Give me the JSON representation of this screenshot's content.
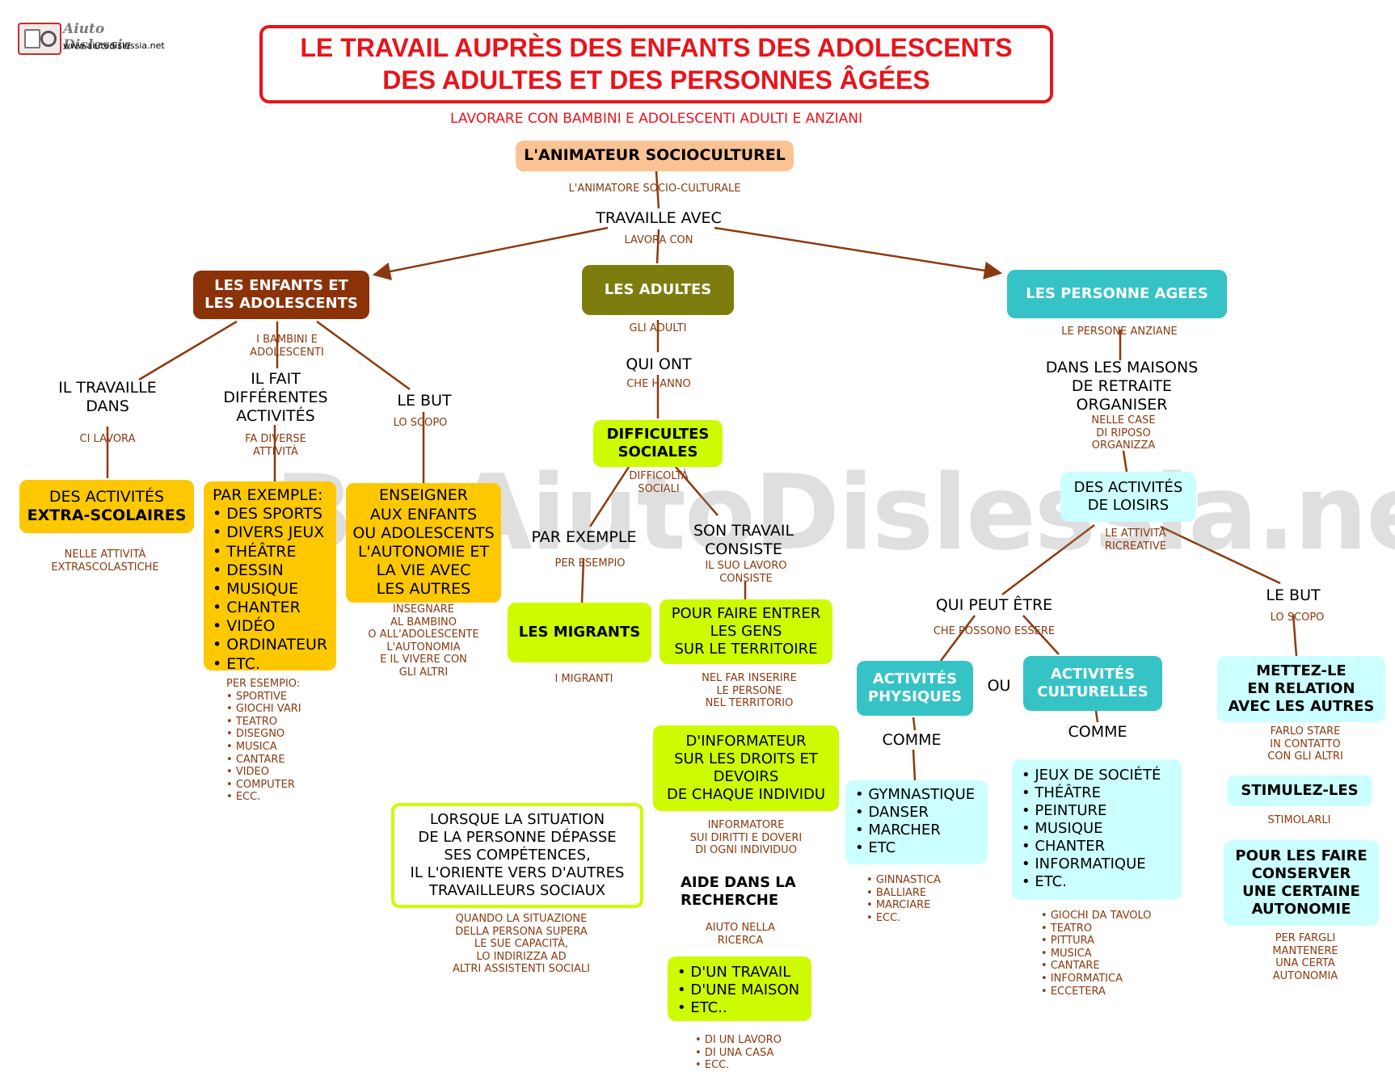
{
  "colors": {
    "title_red": "#E8141B",
    "connector": "#8B3A0F",
    "translation": "#8B3A0F",
    "peach": "#FBC393",
    "brown": "#8B3209",
    "olive": "#7D7D0F",
    "teal": "#35C3C6",
    "lime": "#CDFB00",
    "gold": "#FDC800",
    "light_cyan": "#CCFFFF"
  },
  "logo": {
    "name": "Aiuto Dislessia",
    "url": "www.aiutodislessia.net"
  },
  "watermark": "By AiutoDislessia.net",
  "title": {
    "line1": "LE TRAVAIL AUPRÈS DES ENFANTS DES ADOLESCENTS",
    "line2": "DES ADULTES ET DES PERSONNES ÂGÉES"
  },
  "subtitle": "LAVORARE CON BAMBINI E ADOLESCENTI ADULTI E ANZIANI",
  "root": {
    "label": "L'ANIMATEUR SOCIOCULTUREL",
    "tr": "L'ANIMATORE SOCIO-CULTURALE"
  },
  "travaille_avec": {
    "label": "TRAVAILLE AVEC",
    "tr": "LAVORA CON"
  },
  "enfants": {
    "label_1": "LES ENFANTS ET",
    "label_2": "LES ADOLESCENTS",
    "tr_1": "I BAMBINI E",
    "tr_2": "ADOLESCENTI",
    "travaille_dans": {
      "l1": "IL TRAVAILLE",
      "l2": "DANS",
      "tr": "CI LAVORA"
    },
    "extra": {
      "l1": "DES ACTIVITÉS",
      "l2": "EXTRA-SCOLAIRES",
      "tr1": "NELLE ATTIVITÀ",
      "tr2": "EXTRASCOLASTICHE"
    },
    "fait": {
      "l1": "IL FAIT",
      "l2": "DIFFÉRENTES",
      "l3": "ACTIVITÉS",
      "tr1": "FA DIVERSE",
      "tr2": "ATTIVITÀ"
    },
    "exemple": {
      "header": "PAR EXEMPLE:",
      "items": [
        "DES SPORTS",
        "DIVERS JEUX",
        "THÉÂTRE",
        "DESSIN",
        "MUSIQUE",
        "CHANTER",
        "VIDÉO",
        "ORDINATEUR",
        "ETC."
      ],
      "tr_header": "PER ESEMPIO:",
      "tr_items": [
        "SPORTIVE",
        "GIOCHI VARI",
        "TEATRO",
        "DISEGNO",
        "MUSICA",
        "CANTARE",
        "VIDEO",
        "COMPUTER",
        "ECC."
      ]
    },
    "but": {
      "label": "LE BUT",
      "tr": "LO SCOPO"
    },
    "enseigner": {
      "lines": [
        "ENSEIGNER",
        "AUX ENFANTS",
        "OU ADOLESCENTS",
        "L'AUTONOMIE ET",
        "LA VIE AVEC",
        "LES AUTRES"
      ],
      "tr": [
        "INSEGNARE",
        "AL BAMBINO",
        "O ALL'ADOLESCENTE",
        "L'AUTONOMIA",
        "E IL VIVERE CON",
        "GLI ALTRI"
      ]
    }
  },
  "adultes": {
    "label": "LES ADULTES",
    "tr": "GLI ADULTI",
    "qui_ont": {
      "label": "QUI ONT",
      "tr": "CHE HANNO"
    },
    "difficultes": {
      "l1": "DIFFICULTES",
      "l2": "SOCIALES",
      "tr1": "DIFFICOLTÀ",
      "tr2": "SOCIALI"
    },
    "par_exemple": {
      "label": "PAR EXEMPLE",
      "tr": "PER ESEMPIO"
    },
    "migrants": {
      "label": "LES MIGRANTS",
      "tr": "I MIGRANTI"
    },
    "son_travail": {
      "l1": "SON TRAVAIL",
      "l2": "CONSISTE",
      "tr1": "IL SUO LAVORO",
      "tr2": "CONSISTE"
    },
    "faire_entrer": {
      "lines": [
        "POUR FAIRE ENTRER",
        "LES GENS",
        "SUR LE TERRITOIRE"
      ],
      "tr": [
        "NEL FAR INSERIRE",
        "LE PERSONE",
        "NEL TERRITORIO"
      ]
    },
    "informateur": {
      "lines": [
        "D'INFORMATEUR",
        "SUR LES DROITS ET",
        "DEVOIRS",
        "DE CHAQUE INDIVIDU"
      ],
      "tr": [
        "INFORMATORE",
        "SUI DIRITTI E DOVERI",
        "DI OGNI INDIVIDUO"
      ]
    },
    "aide": {
      "l1": "AIDE DANS LA",
      "l2": "RECHERCHE",
      "tr1": "AIUTO NELLA",
      "tr2": "RICERCA"
    },
    "travail_maison": {
      "items": [
        "D'UN TRAVAIL",
        "D'UNE MAISON",
        "ETC.."
      ],
      "tr_items": [
        "DI UN LAVORO",
        "DI UNA CASA",
        "ECC."
      ]
    },
    "lorsque": {
      "lines": [
        "LORSQUE LA SITUATION",
        "DE LA PERSONNE DÉPASSE",
        "SES COMPÉTENCES,",
        "IL L'ORIENTE VERS D'AUTRES",
        "TRAVAILLEURS SOCIAUX"
      ],
      "tr": [
        "QUANDO LA SITUAZIONE",
        "DELLA PERSONA SUPERA",
        "LE SUE CAPACITÀ,",
        "LO INDIRIZZA AD",
        "ALTRI ASSISTENTI SOCIALI"
      ]
    }
  },
  "agees": {
    "label": "LES PERSONNE AGEES",
    "tr": "LE PERSONE ANZIANE",
    "maisons": {
      "lines": [
        "DANS LES MAISONS",
        "DE RETRAITE",
        "ORGANISER"
      ],
      "tr": [
        "NELLE CASE",
        "DI RIPOSO",
        "ORGANIZZA"
      ]
    },
    "loisirs": {
      "l1": "DES ACTIVITÉS",
      "l2": "DE LOISIRS",
      "tr1": "LE ATTIVITÀ",
      "tr2": "RICREATIVE"
    },
    "qui_peut": {
      "label": "QUI PEUT ÊTRE",
      "tr": "CHE POSSONO ESSERE"
    },
    "physiques": {
      "l1": "ACTIVITÉS",
      "l2": "PHYSIQUES"
    },
    "ou": "OU",
    "culturelles": {
      "l1": "ACTIVITÉS",
      "l2": "CULTURELLES"
    },
    "comme_1": "COMME",
    "comme_2": "COMME",
    "phys_list": {
      "items": [
        "GYMNASTIQUE",
        "DANSER",
        "MARCHER",
        "ETC"
      ],
      "tr_items": [
        "GINNASTICA",
        "BALLIARE",
        "MARCIARE",
        "ECC."
      ]
    },
    "cult_list": {
      "items": [
        "JEUX DE SOCIÉTÉ",
        "THÉÂTRE",
        "PEINTURE",
        "MUSIQUE",
        "CHANTER",
        "INFORMATIQUE",
        "ETC."
      ],
      "tr_items": [
        "GIOCHI DA TAVOLO",
        "TEATRO",
        "PITTURA",
        "MUSICA",
        "CANTARE",
        "INFORMATICA",
        "ECCETERA"
      ]
    },
    "but": {
      "label": "LE BUT",
      "tr": "LO SCOPO"
    },
    "mettez": {
      "lines": [
        "METTEZ-LE",
        "EN RELATION",
        "AVEC LES AUTRES"
      ],
      "tr": [
        "FARLO STARE",
        "IN CONTATTO",
        "CON GLI ALTRI"
      ]
    },
    "stimulez": {
      "label": "STIMULEZ-LES",
      "tr": "STIMOLARLI"
    },
    "conserver": {
      "lines": [
        "POUR LES FAIRE",
        "CONSERVER",
        "UNE CERTAINE",
        "AUTONOMIE"
      ],
      "tr": [
        "PER FARGLI",
        "MANTENERE",
        "UNA CERTA",
        "AUTONOMIA"
      ]
    }
  }
}
